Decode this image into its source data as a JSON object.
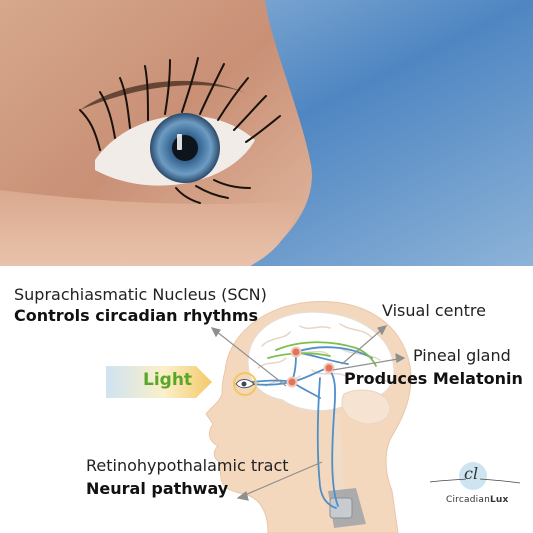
{
  "labels": {
    "scn_title": "Suprachiasmatic Nucleus (SCN)",
    "scn_sub": "Controls circadian rhythms",
    "visual": "Visual centre",
    "pineal_title": "Pineal gland",
    "pineal_sub": "Produces Melatonin",
    "light": "Light",
    "tract_title": "Retinohypothalamic tract",
    "tract_sub": "Neural pathway"
  },
  "logo": {
    "monogram": "cl",
    "brand_part1": "Circadian",
    "brand_part2": "Lux"
  },
  "colors": {
    "head_fill": "#f4d8be",
    "nerve_blue": "#4f8fc9",
    "nerve_green": "#7cbf4a",
    "node_red": "#e2745c",
    "light_green": "#5aa629",
    "sky_blue": "#4d86c4"
  }
}
